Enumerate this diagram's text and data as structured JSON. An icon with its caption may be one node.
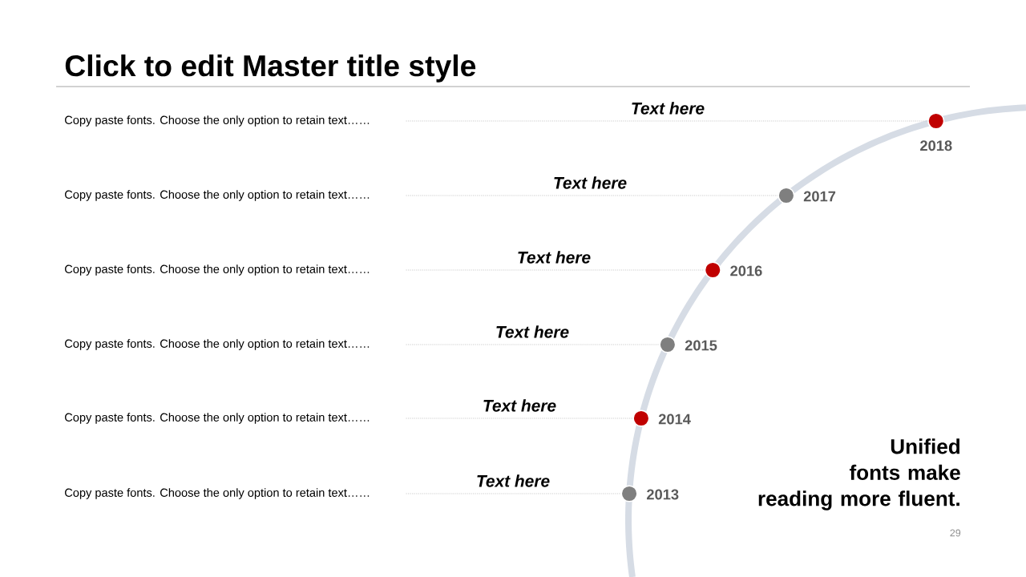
{
  "diagram": {
    "title": "Click to edit Master title style",
    "nodes": [
      {
        "text": [
          "Copy paste fonts. Choose the only option to retain text……"
        ]
      },
      {
        "text": [],
        "shape": "circle",
        "beside": [
          "2018"
        ]
      },
      {
        "text": [
          "Copy paste fonts. Choose the only option to retain text……"
        ]
      },
      {
        "text": [],
        "shape": "circle",
        "beside": [
          "2017"
        ]
      },
      {
        "text": [
          "Copy paste fonts. Choose the only option to retain text……"
        ]
      },
      {
        "text": [],
        "shape": "circle",
        "beside": [
          "2016"
        ]
      },
      {
        "text": [
          "Copy paste fonts. Choose the only option to retain text……"
        ]
      },
      {
        "text": [],
        "shape": "circle",
        "beside": [
          "2015"
        ]
      },
      {
        "text": [
          "Copy paste fonts. Choose the only option to retain text……"
        ]
      },
      {
        "text": [],
        "shape": "circle",
        "beside": [
          "2014"
        ]
      },
      {
        "text": [
          "Copy paste fonts. Choose the only option to retain text……"
        ]
      },
      {
        "text": [],
        "shape": "circle",
        "beside": [
          "2013"
        ]
      }
    ],
    "edges": [
      {
        "from": 0,
        "to": 1,
        "arrow": "none",
        "style": "dashed",
        "label": "Text here"
      },
      {
        "from": 2,
        "to": 3,
        "arrow": "none",
        "style": "dashed",
        "label": "Text here"
      },
      {
        "from": 4,
        "to": 5,
        "arrow": "none",
        "style": "dashed",
        "label": "Text here"
      },
      {
        "from": 6,
        "to": 7,
        "arrow": "none",
        "style": "dashed",
        "label": "Text here"
      },
      {
        "from": 8,
        "to": 9,
        "arrow": "none",
        "style": "dashed",
        "label": "Text here"
      },
      {
        "from": 10,
        "to": 11,
        "arrow": "none",
        "style": "dashed",
        "label": "Text here"
      }
    ],
    "labels": [
      "Unified fonts make reading more fluent.",
      "29"
    ]
  }
}
